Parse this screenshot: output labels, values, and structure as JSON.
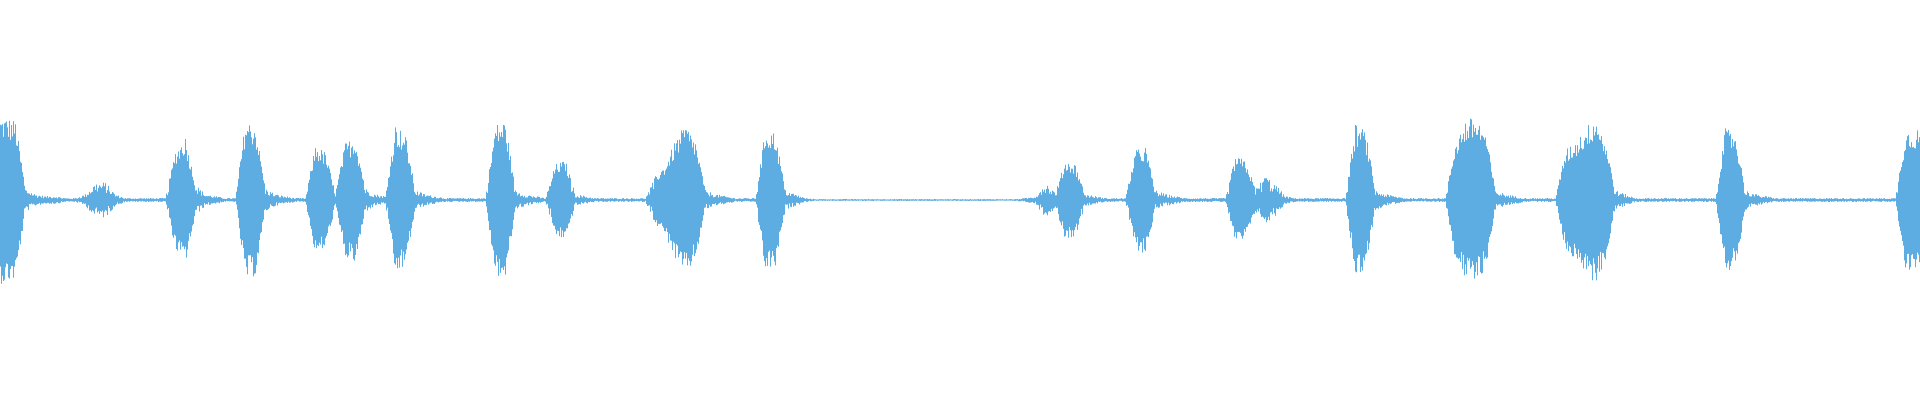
{
  "chart_data": {
    "type": "area",
    "description_kind": "audio-waveform",
    "color": "#5dade2",
    "background": "#ffffff",
    "grid": false,
    "legend": "none",
    "axes_visible": false,
    "ylim": [
      -1,
      1
    ],
    "envelope_bins": 192,
    "envelope": [
      0.42,
      0.4,
      0.06,
      0.03,
      0.02,
      0.02,
      0.01,
      0.01,
      0.03,
      0.09,
      0.09,
      0.03,
      0.01,
      0.01,
      0.01,
      0.01,
      0.01,
      0.25,
      0.32,
      0.08,
      0.03,
      0.02,
      0.01,
      0.01,
      0.4,
      0.38,
      0.06,
      0.03,
      0.02,
      0.01,
      0.01,
      0.28,
      0.24,
      0.04,
      0.29,
      0.32,
      0.06,
      0.03,
      0.02,
      0.38,
      0.33,
      0.05,
      0.03,
      0.02,
      0.01,
      0.01,
      0.01,
      0.01,
      0.01,
      0.38,
      0.4,
      0.05,
      0.03,
      0.02,
      0.01,
      0.18,
      0.2,
      0.03,
      0.02,
      0.01,
      0.01,
      0.01,
      0.01,
      0.01,
      0.01,
      0.12,
      0.18,
      0.3,
      0.38,
      0.3,
      0.05,
      0.03,
      0.02,
      0.01,
      0.01,
      0.01,
      0.36,
      0.34,
      0.05,
      0.03,
      0.01,
      0.005,
      0.005,
      0.005,
      0.005,
      0.005,
      0.005,
      0.005,
      0.005,
      0.005,
      0.005,
      0.005,
      0.005,
      0.005,
      0.005,
      0.005,
      0.005,
      0.005,
      0.005,
      0.005,
      0.005,
      0.005,
      0.01,
      0.02,
      0.09,
      0.04,
      0.2,
      0.18,
      0.03,
      0.02,
      0.01,
      0.01,
      0.01,
      0.25,
      0.27,
      0.05,
      0.03,
      0.02,
      0.01,
      0.01,
      0.01,
      0.01,
      0.01,
      0.22,
      0.2,
      0.06,
      0.12,
      0.08,
      0.02,
      0.01,
      0.01,
      0.01,
      0.01,
      0.01,
      0.01,
      0.38,
      0.35,
      0.05,
      0.03,
      0.02,
      0.01,
      0.01,
      0.01,
      0.01,
      0.01,
      0.3,
      0.4,
      0.42,
      0.35,
      0.05,
      0.03,
      0.02,
      0.01,
      0.01,
      0.01,
      0.01,
      0.25,
      0.3,
      0.36,
      0.43,
      0.3,
      0.05,
      0.03,
      0.01,
      0.01,
      0.01,
      0.01,
      0.01,
      0.01,
      0.01,
      0.01,
      0.01,
      0.36,
      0.34,
      0.05,
      0.03,
      0.02,
      0.01,
      0.01,
      0.01,
      0.01,
      0.01,
      0.01,
      0.01,
      0.01,
      0.01,
      0.01,
      0.01,
      0.01,
      0.01,
      0.35,
      0.36
    ]
  }
}
